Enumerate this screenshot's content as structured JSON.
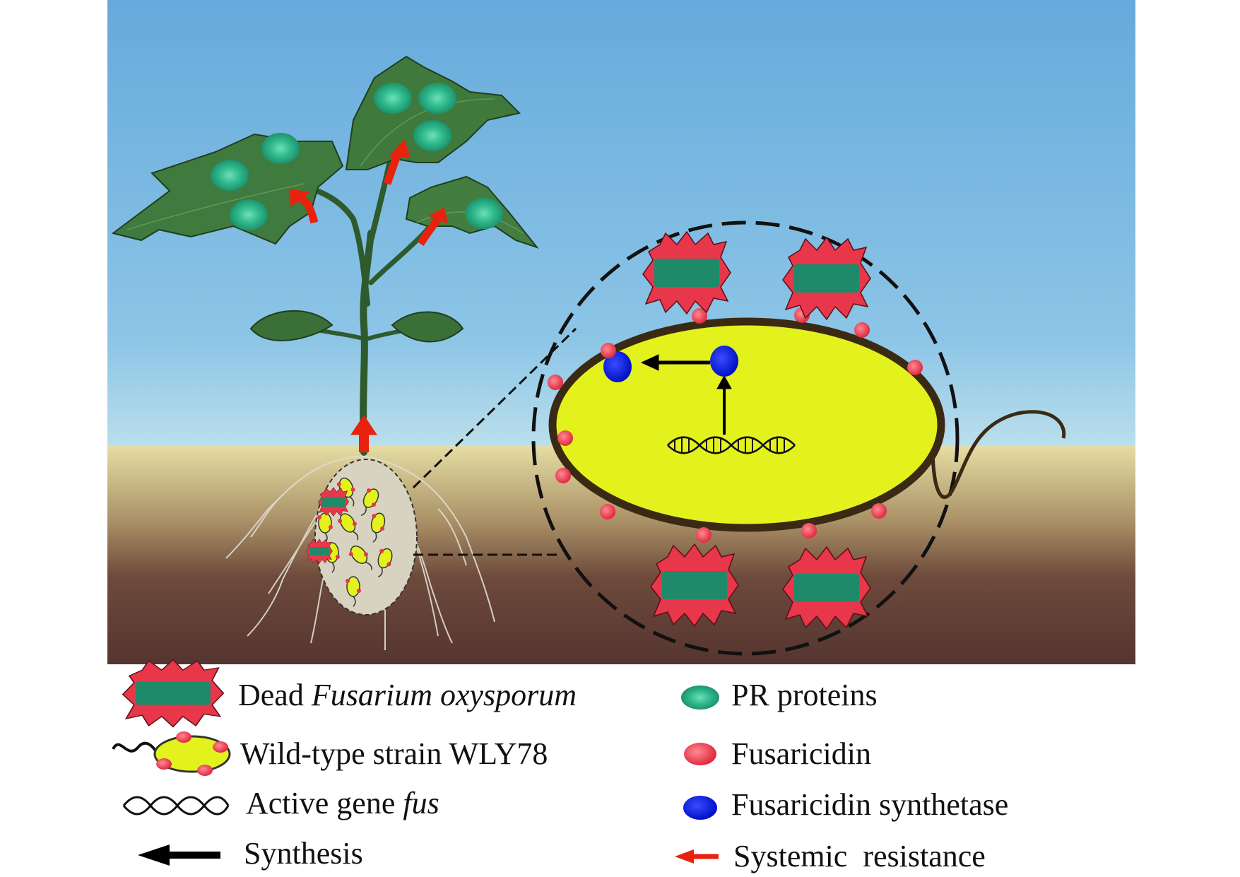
{
  "legend": {
    "dead_fusarium": {
      "prefix": "Dead ",
      "italic": "Fusarium oxysporum",
      "icon": "dead-fungus-icon"
    },
    "wild_type": {
      "text": "Wild-type strain WLY78",
      "icon": "bacterium-icon"
    },
    "active_gene": {
      "prefix": "Active gene ",
      "italic": "fus",
      "icon": "dna-icon"
    },
    "synthesis": {
      "text": "Synthesis",
      "icon": "black-arrow-icon"
    },
    "pr_proteins": {
      "text": "PR proteins",
      "icon": "green-ellipse-icon"
    },
    "fusaricidin": {
      "text": "Fusaricidin",
      "icon": "red-ellipse-icon"
    },
    "fusaricidin_synthetase": {
      "text": "Fusaricidin synthetase",
      "icon": "blue-ellipse-icon"
    },
    "systemic_resistance": {
      "text": "Systemic  resistance",
      "icon": "red-arrow-icon"
    }
  },
  "colors": {
    "sky_top": "#6aaede",
    "sky_bottom": "#b8dcea",
    "soil_top": "#e5dca2",
    "soil_bottom": "#5a3a33",
    "leaf": "#3f7a3e",
    "pr_protein": "#2fb38a",
    "bacterium_fill": "#e3f21c",
    "bacterium_wall": "#3a2a14",
    "fusaricidin": "#e8364a",
    "synthetase": "#0a1ee0",
    "fungus_spikes": "#e8364a",
    "fungus_body": "#1f8a6a",
    "resistance_arrow": "#e8220e",
    "synthesis_arrow": "#000000"
  }
}
